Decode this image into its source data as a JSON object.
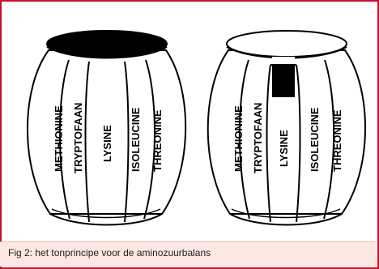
{
  "figure": {
    "caption": "Fig 2: het tonprincipe voor de aminozuurbalans",
    "barrels": [
      {
        "staves": [
          "METHIONINE",
          "TRYPTOFAAN",
          "LYSINE",
          "ISOLEUCINE",
          "THREONINE"
        ],
        "fill_state": "filled to top"
      },
      {
        "staves": [
          "METHIONINE",
          "TRYPTOFAAN",
          "LYSINE",
          "ISOLEUCINE",
          "THREONINE"
        ],
        "fill_state": "lysine stave short; level limited by lysine"
      }
    ]
  },
  "colors": {
    "border": "#c8102e",
    "caption_bg": "#fce7e3",
    "ink": "#000000"
  }
}
